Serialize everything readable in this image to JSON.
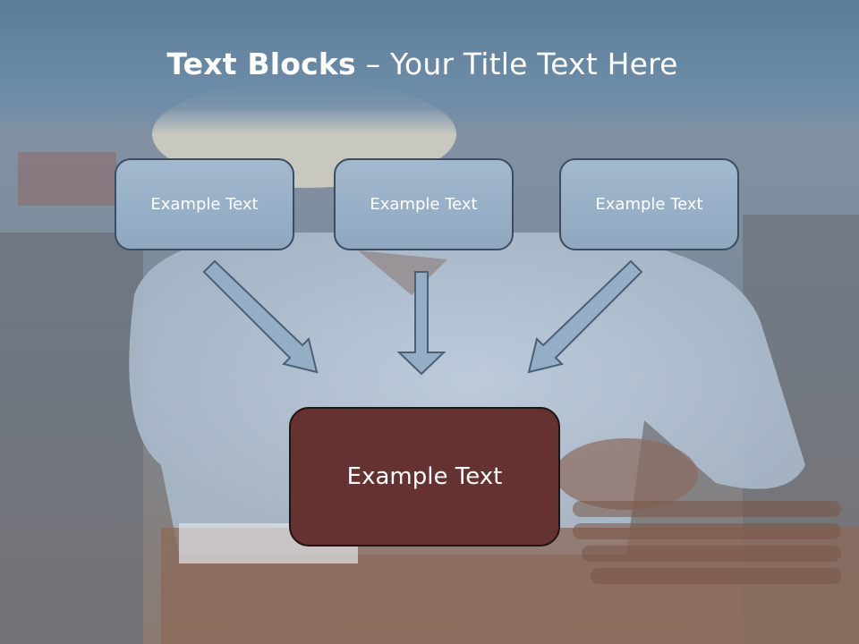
{
  "slide": {
    "title_bold": "Text Blocks",
    "title_rest": " – Your Title Text Here",
    "boxes": [
      {
        "label": "Example Text"
      },
      {
        "label": "Example Text"
      },
      {
        "label": "Example Text"
      }
    ],
    "main_box": {
      "label": "Example Text"
    }
  },
  "colors": {
    "title_band": "#5d7c98",
    "small_box_fill": "#97afc6",
    "small_box_border": "#3a4d62",
    "main_box_fill": "#653131",
    "arrow_fill": "#93aec5",
    "text": "#ffffff"
  },
  "icons": {
    "arrows": [
      "arrow-down-right-icon",
      "arrow-down-icon",
      "arrow-down-left-icon"
    ]
  }
}
